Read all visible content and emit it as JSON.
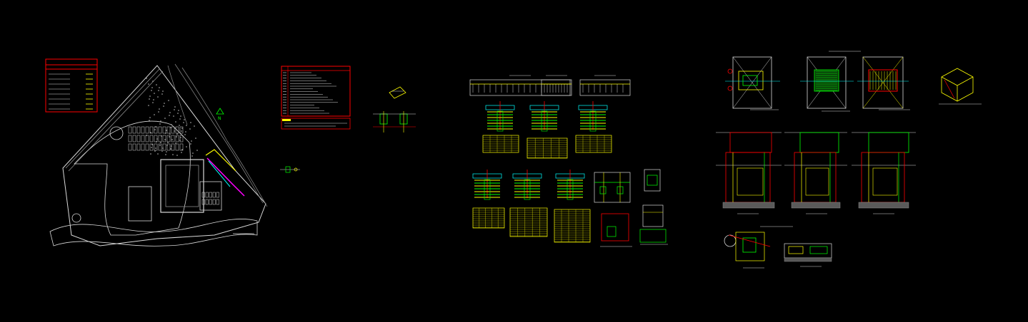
{
  "drawing": {
    "background": "#000000",
    "palette": {
      "white": "#d8d8d8",
      "red": "#ff0000",
      "yellow": "#ffff00",
      "green": "#00ff00",
      "cyan": "#00ffff",
      "magenta": "#ff00ff",
      "gray": "#8c8c8c"
    }
  },
  "site_plan": {
    "north_marker": "N"
  },
  "legend": {
    "items": [
      "01",
      "02",
      "03",
      "04",
      "05",
      "06",
      "07",
      "08",
      "09",
      "10",
      "11",
      "12",
      "13",
      "14",
      "15",
      "16"
    ]
  }
}
